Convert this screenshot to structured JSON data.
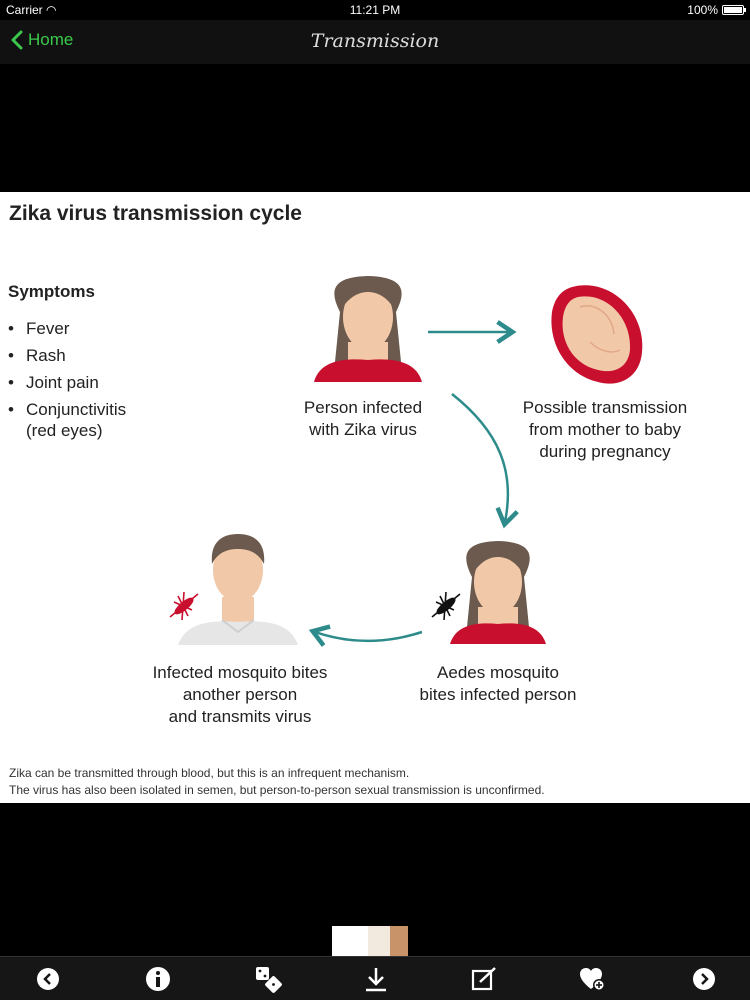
{
  "status_bar": {
    "carrier": "Carrier",
    "time": "11:21 PM",
    "battery": "100%",
    "battery_level": 1.0
  },
  "nav": {
    "back_label": "Home",
    "title": "Transmission"
  },
  "figure": {
    "title": "Zika virus transmission cycle",
    "symptoms_title": "Symptoms",
    "symptoms": [
      "Fever",
      "Rash",
      "Joint pain",
      "Conjunctivitis",
      "(red eyes)"
    ],
    "captions": {
      "person_infected": [
        "Person infected",
        "with Zika virus"
      ],
      "mother_baby": [
        "Possible transmission",
        "from mother to baby",
        "during pregnancy"
      ],
      "mosquito_bites_infected": [
        "Aedes mosquito",
        "bites infected person"
      ],
      "mosquito_transmits": [
        "Infected mosquito bites",
        "another person",
        "and transmits virus"
      ]
    },
    "footnotes": [
      "Zika can be transmitted through blood, but this is an infrequent mechanism.",
      "The virus has also been isolated in semen, but person-to-person sexual transmission is unconfirmed."
    ],
    "colors": {
      "arrow": "#2e8b8b",
      "shirt": "#c8102e",
      "skin": "#f2c9a8",
      "hair": "#6b5a4d",
      "womb": "#c8102e"
    }
  },
  "toolbar": {
    "icons": [
      "prev-circle-icon",
      "info-icon",
      "dice-icon",
      "download-icon",
      "edit-note-icon",
      "favorite-add-icon",
      "next-circle-icon"
    ]
  }
}
